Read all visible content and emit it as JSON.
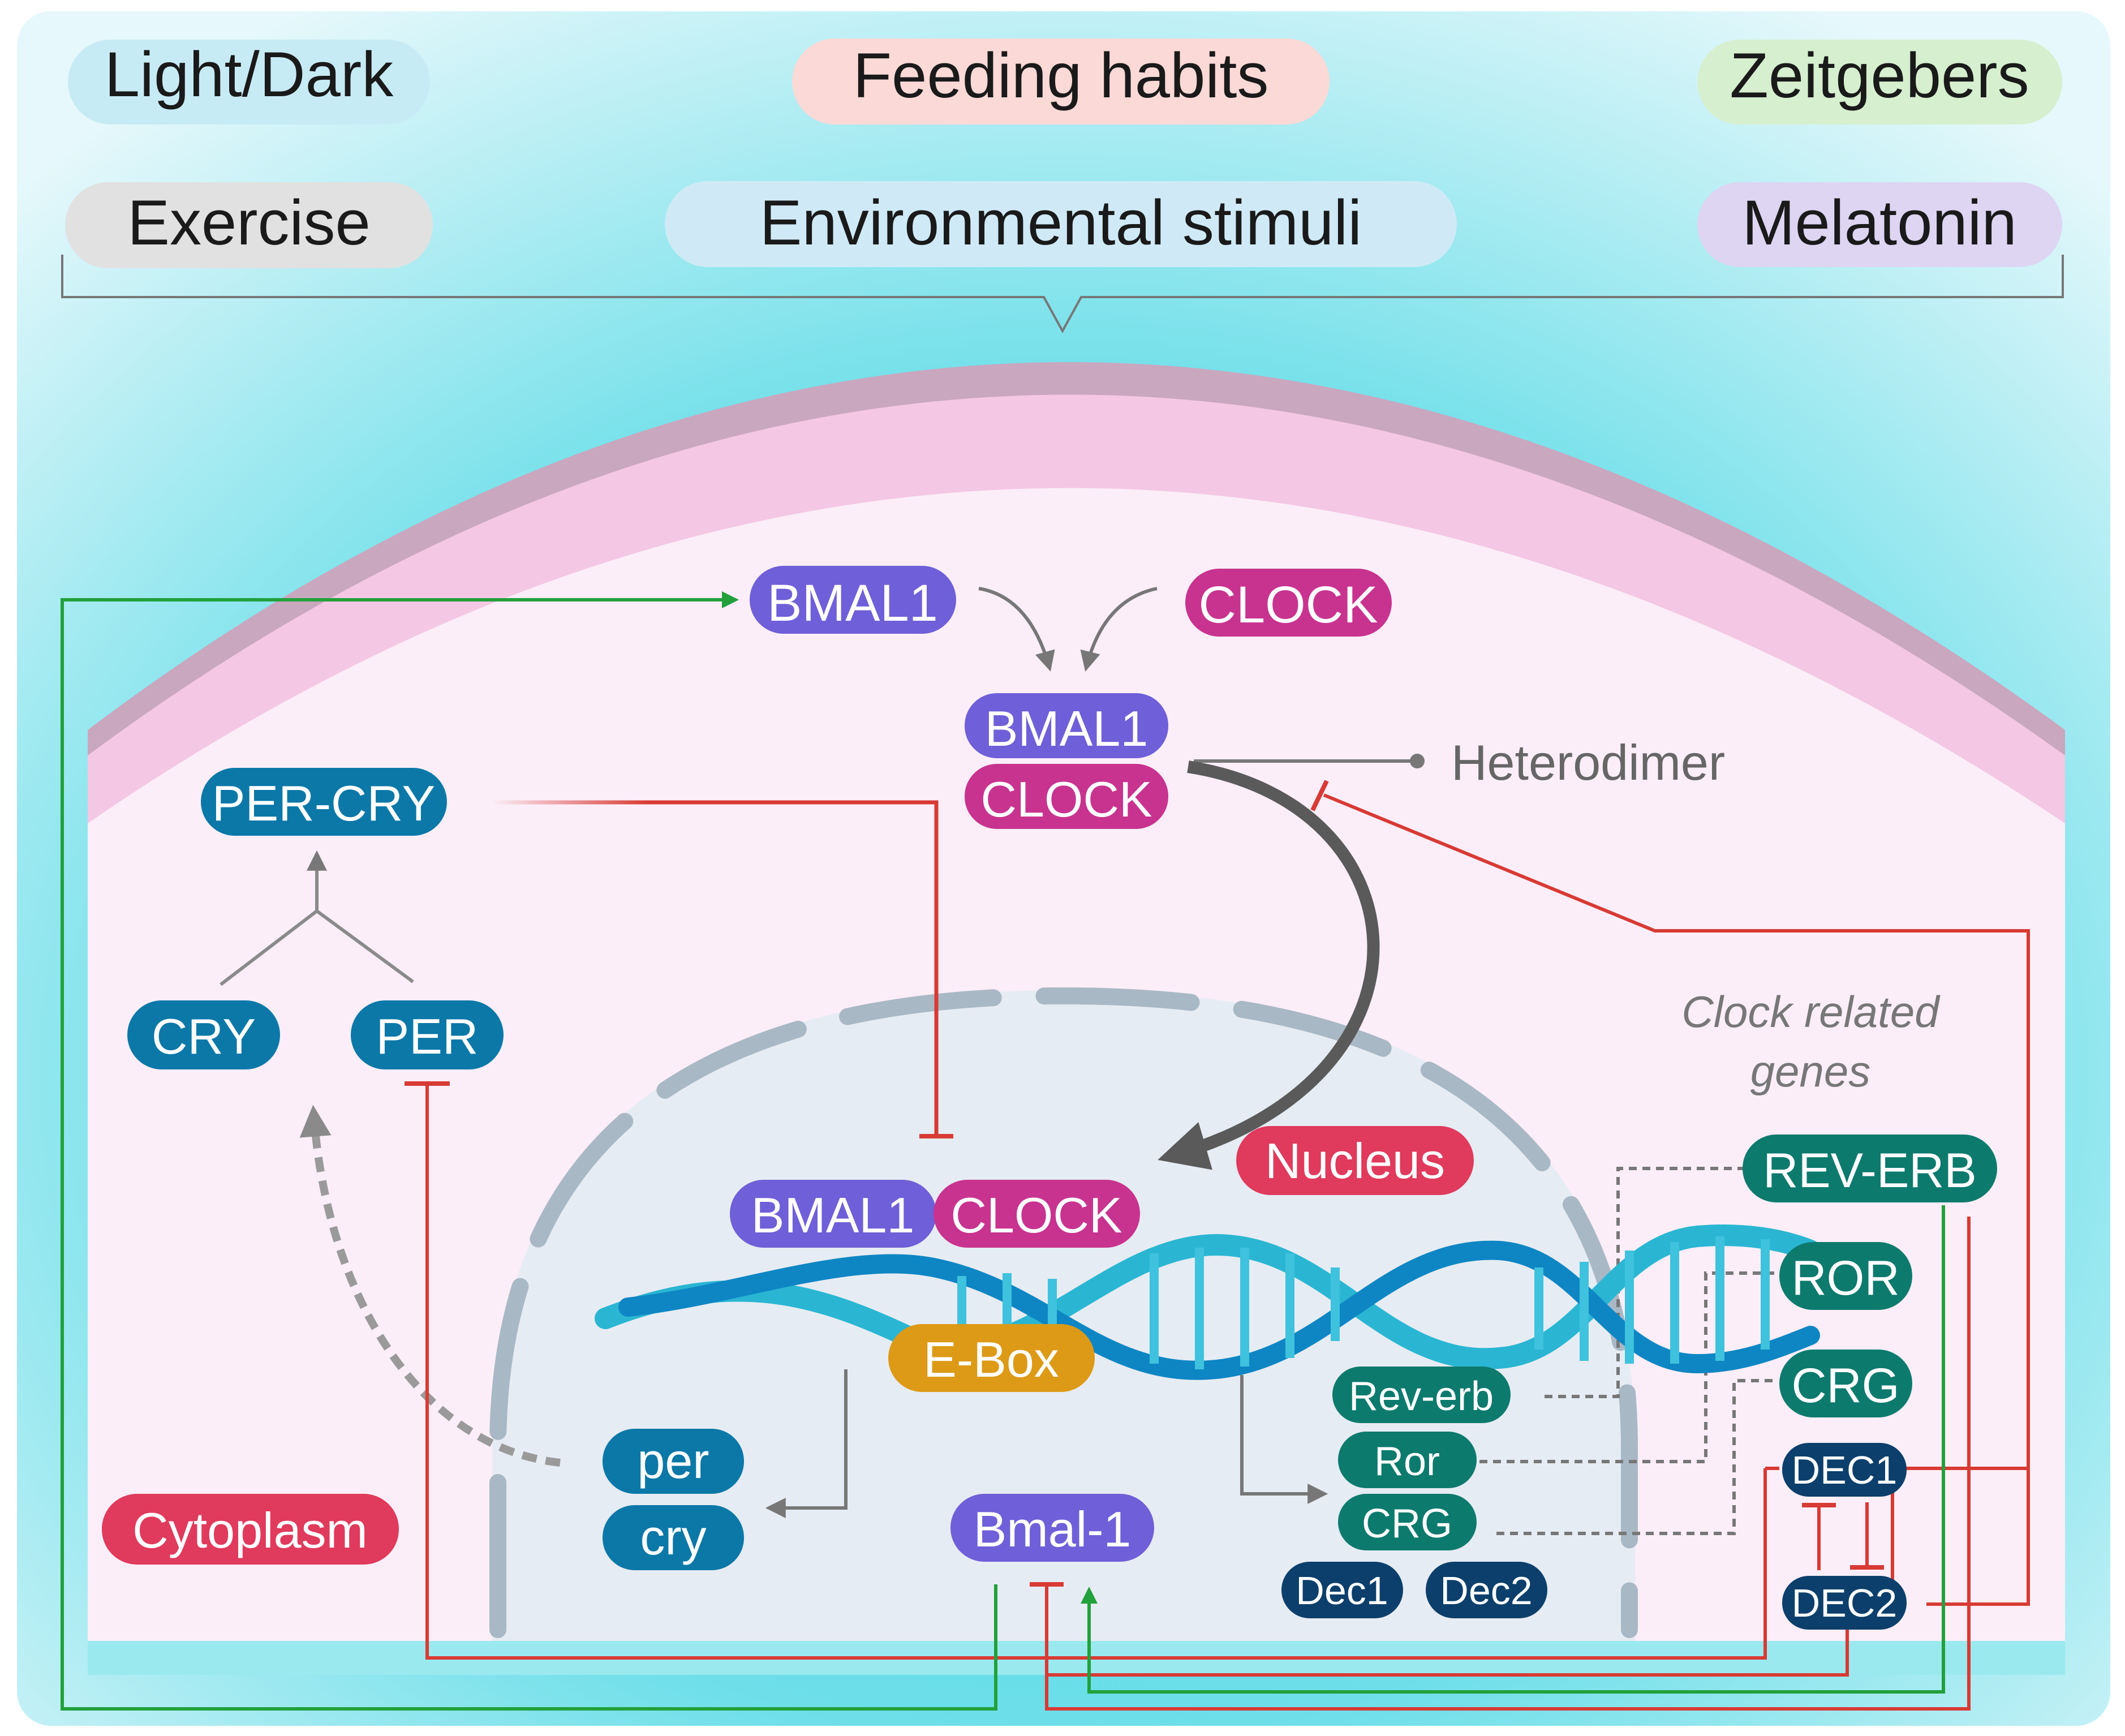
{
  "colors": {
    "bmal": "#6f5fd8",
    "clock": "#c8338f",
    "blue": "#0b78a8",
    "teal": "#0d7a6e",
    "navy": "#0c3f6b",
    "ebox": "#dd9a16",
    "red_label": "#e03a5c",
    "inhibit": "#d83a34",
    "activate": "#22a03b",
    "gray_arrow": "#777777"
  },
  "zeitgebers": {
    "light_dark": "Light/Dark",
    "feeding": "Feeding habits",
    "zeitgebers": "Zeitgebers",
    "exercise": "Exercise",
    "env_stimuli": "Environmental stimuli",
    "melatonin": "Melatonin"
  },
  "cytoplasm": {
    "bmal1": "BMAL1",
    "clock": "CLOCK",
    "dimer_bmal1": "BMAL1",
    "dimer_clock": "CLOCK",
    "heterodimer": "Heterodimer",
    "per_cry": "PER-CRY",
    "cry": "CRY",
    "per": "PER",
    "label": "Cytoplasm"
  },
  "nucleus": {
    "label": "Nucleus",
    "bmal1": "BMAL1",
    "clock": "CLOCK",
    "ebox": "E-Box",
    "per_gene": "per",
    "cry_gene": "cry",
    "bmal1_gene": "Bmal-1",
    "rev_erb_gene": "Rev-erb",
    "ror_gene": "Ror",
    "crg_gene": "CRG",
    "dec1_gene": "Dec1",
    "dec2_gene": "Dec2"
  },
  "clock_related": {
    "title_line1": "Clock related",
    "title_line2": "genes",
    "rev_erb": "REV-ERB",
    "ror": "ROR",
    "crg": "CRG",
    "dec1": "DEC1",
    "dec2": "DEC2"
  }
}
